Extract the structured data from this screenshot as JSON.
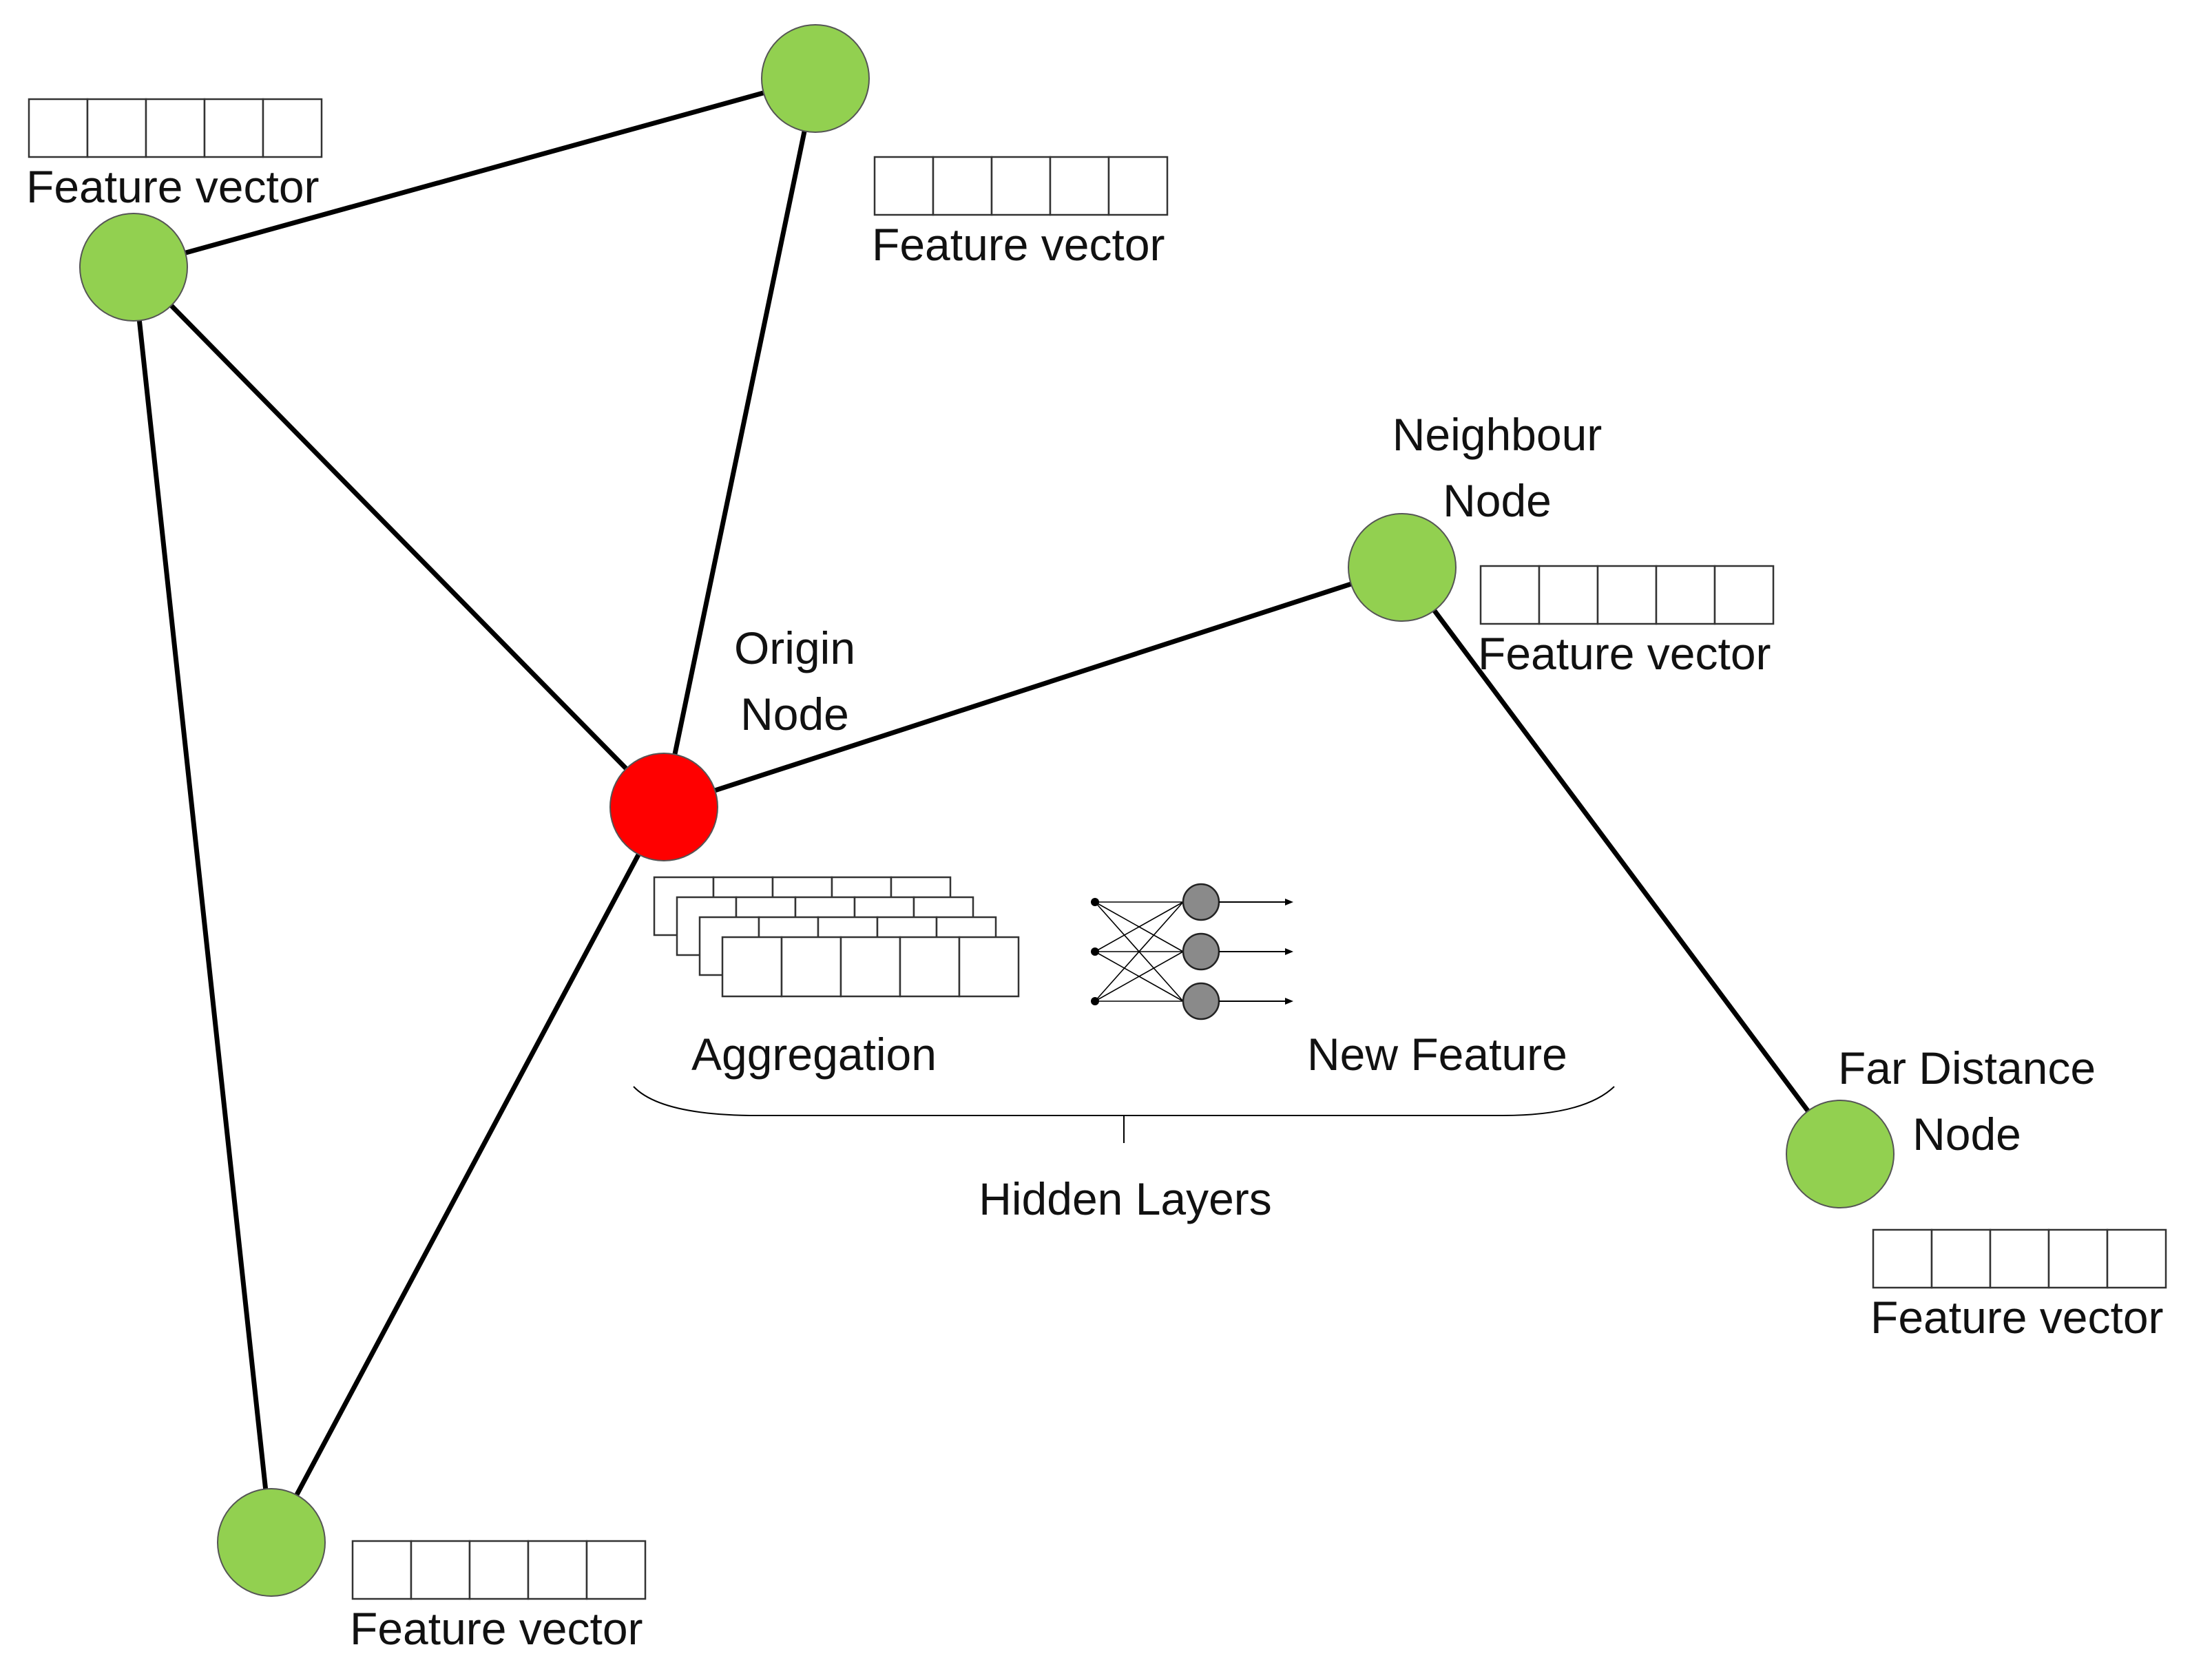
{
  "colors": {
    "origin_node": "#ff0000",
    "neighbour_node": "#92d050",
    "hidden_neuron": "#8a8a8a",
    "edge": "#000000"
  },
  "labels": {
    "feature_vector": "Feature vector",
    "origin_line1": "Origin",
    "origin_line2": "Node",
    "neighbour_line1": "Neighbour",
    "neighbour_line2": "Node",
    "far_line1": "Far Distance",
    "far_line2": "Node",
    "aggregation": "Aggregation",
    "new_feature": "New Feature",
    "hidden_layers": "Hidden Layers"
  },
  "feature_vector_cells": 5,
  "aggregation_stack_depth": 4
}
